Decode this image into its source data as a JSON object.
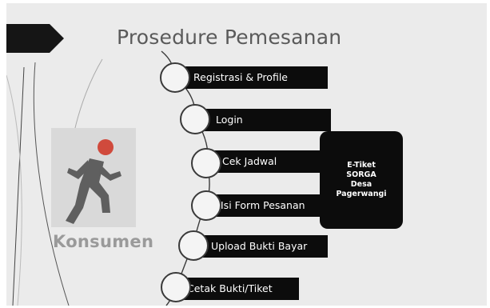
{
  "slide": {
    "title": "Prosedure Pemesanan"
  },
  "actor": {
    "label": "Konsumen",
    "icon": "running-person-icon"
  },
  "steps": [
    {
      "label": "Registrasi & Profile"
    },
    {
      "label": "Login"
    },
    {
      "label": "Cek Jadwal"
    },
    {
      "label": "Isi Form Pesanan"
    },
    {
      "label": "Upload Bukti Bayar"
    },
    {
      "label": "Cetak Bukti/Tiket"
    }
  ],
  "output": {
    "lines": [
      "E-Tiket",
      "SORGA",
      "Desa",
      "Pagerwangi"
    ]
  },
  "colors": {
    "bar": "#0c0c0c",
    "background": "#ebebeb",
    "icon": "#5f5f5f",
    "accent": "#d04a3c"
  }
}
